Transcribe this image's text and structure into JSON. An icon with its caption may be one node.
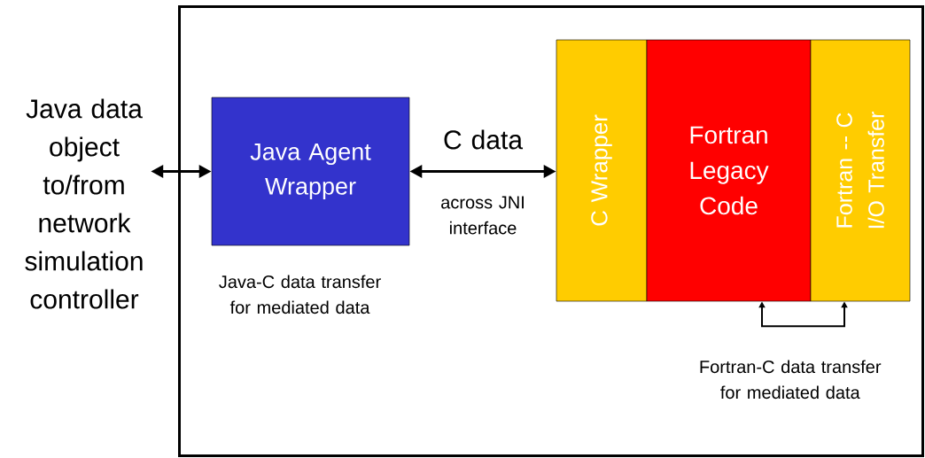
{
  "diagram": {
    "nodes": [
      {
        "text": [
          "Java data object to/from network simulation controller"
        ]
      },
      {
        "text": [],
        "shape": "box"
      },
      {
        "text": [
          "Java Agent Wrapper"
        ],
        "in": 1,
        "beside": [
          "Java-C data transfer for mediated data"
        ]
      },
      {
        "text": [
          "C Wrapper"
        ],
        "in": 1
      },
      {
        "text": [
          "Fortran Legacy Code"
        ],
        "in": 1
      },
      {
        "text": [
          "Fortran -- C I/O Transfer"
        ],
        "in": 1
      }
    ],
    "edges": [
      {
        "from": 0,
        "to": 2,
        "arrow": "both"
      },
      {
        "from": 2,
        "to": 3,
        "arrow": "both",
        "label": "C data"
      },
      {
        "from": 4,
        "to": 5,
        "arrow": "both",
        "label": "Fortran-C data transfer for mediated data"
      }
    ],
    "labels": [
      "across JNI interface"
    ]
  }
}
